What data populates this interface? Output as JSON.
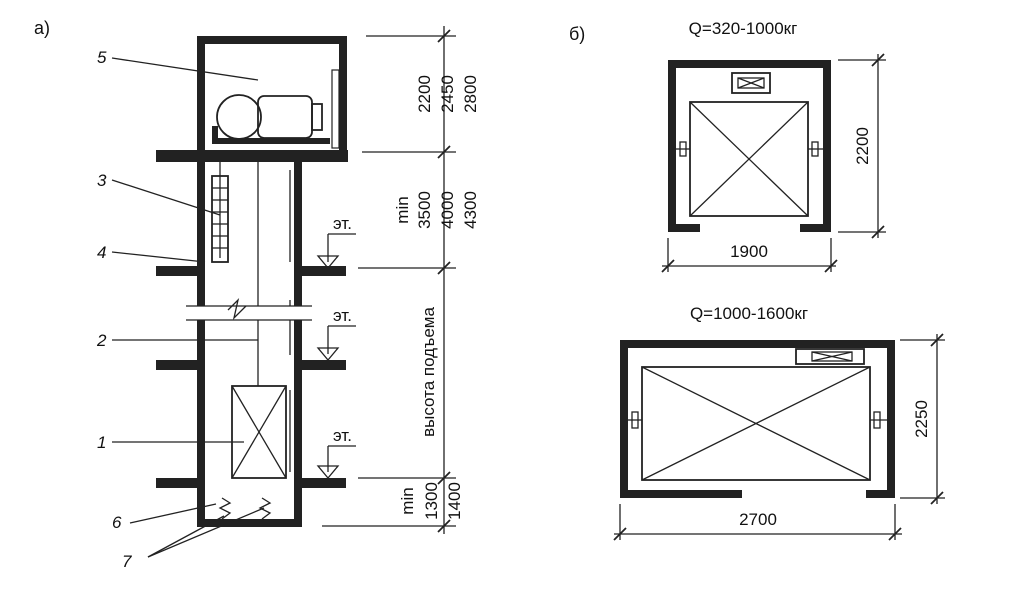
{
  "diagram_a": {
    "panel_label": "а)",
    "callouts": [
      "5",
      "3",
      "4",
      "2",
      "1",
      "6",
      "7"
    ],
    "floor_marks": [
      "эт.",
      "эт.",
      "эт."
    ],
    "dims_machine_room": [
      "2200",
      "2450",
      "2800"
    ],
    "dims_overhead": [
      "min",
      "3500",
      "4000",
      "4300"
    ],
    "dim_travel": "высота подъема",
    "dims_pit": [
      "min",
      "1300",
      "1400"
    ]
  },
  "diagram_b": {
    "panel_label": "б)",
    "top_plan": {
      "load": "Q=320-1000кг",
      "width": "1900",
      "depth": "2200"
    },
    "bottom_plan": {
      "load": "Q=1000-1600кг",
      "width": "2700",
      "depth": "2250"
    }
  }
}
